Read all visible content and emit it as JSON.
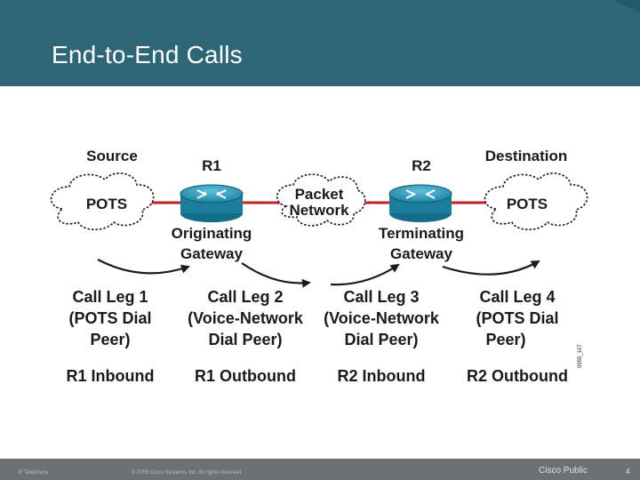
{
  "slide": {
    "title": "End-to-End Calls",
    "header_color": "#2e6677"
  },
  "diagram": {
    "nodes": {
      "source": "Source",
      "destination": "Destination",
      "pots_left": "POTS",
      "pots_right": "POTS",
      "r1": "R1",
      "r2": "R2",
      "packet_network_line1": "Packet",
      "packet_network_line2": "Network",
      "originating_line1": "Originating",
      "originating_line2": "Gateway",
      "terminating_line1": "Terminating",
      "terminating_line2": "Gateway"
    },
    "call_legs": [
      {
        "line1": "Call Leg 1",
        "line2": "(POTS Dial",
        "line3": "Peer)",
        "direction": "R1 Inbound"
      },
      {
        "line1": "Call Leg 2",
        "line2": "(Voice-Network",
        "line3": "Dial Peer)",
        "direction": "R1 Outbound"
      },
      {
        "line1": "Call Leg 3",
        "line2": "(Voice-Network",
        "line3": "Dial Peer)",
        "direction": "R2 Inbound"
      },
      {
        "line1": "Call Leg 4",
        "line2": "(POTS Dial",
        "line3": "Peer)",
        "direction": "R2 Outbound"
      }
    ],
    "figure_id": "0955_107",
    "colors": {
      "router": "#1f8aa8",
      "link": "#c81e2c"
    }
  },
  "footer": {
    "left": "IP Telephony",
    "copyright": "© 2005 Cisco Systems, Inc. All rights reserved.",
    "classification": "Cisco Public",
    "page_number": "4"
  }
}
